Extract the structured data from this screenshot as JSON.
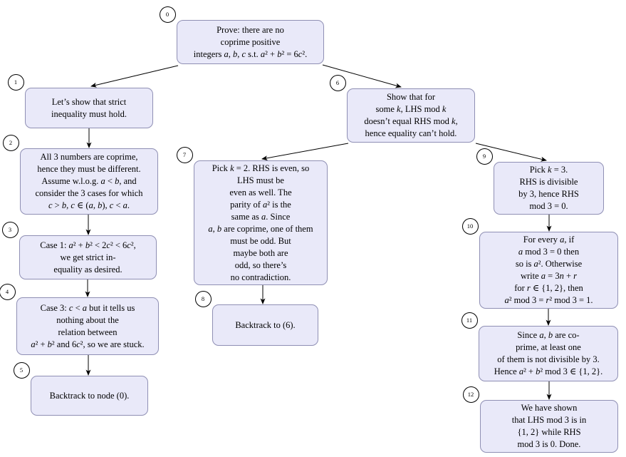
{
  "diagram": {
    "type": "proof-search-tree",
    "colors": {
      "background": "#ffffff",
      "node_fill": "#e9e9f9",
      "node_border": "#8f8fb4",
      "badge_fill": "#ffffff",
      "badge_border": "#000000",
      "edge": "#000000",
      "text": "#000000"
    },
    "nodes": [
      {
        "id": "0",
        "badge": "0",
        "lines": [
          "Prove: there are no",
          "coprime positive",
          "integers *a*, *b*, *c* s.t. *a*² + *b*² = 6*c*²."
        ]
      },
      {
        "id": "1",
        "badge": "1",
        "lines": [
          "Let’s show that strict",
          "inequality must hold."
        ]
      },
      {
        "id": "2",
        "badge": "2",
        "lines": [
          "All 3 numbers are coprime,",
          "hence they must be different.",
          "Assume w.l.o.g. *a* < *b*, and",
          "consider the 3 cases for which",
          "*c* > *b*, *c* ∈ (*a*, *b*), *c* < *a*."
        ]
      },
      {
        "id": "3",
        "badge": "3",
        "lines": [
          "Case 1: *a*² + *b*² < 2*c*² < 6*c*²,",
          "we get strict in-",
          "equality as desired."
        ]
      },
      {
        "id": "4",
        "badge": "4",
        "lines": [
          "Case 3: *c* < *a* but it tells us",
          "nothing about the",
          "relation between",
          "*a*² + *b*² and 6*c*², so we are stuck."
        ]
      },
      {
        "id": "5",
        "badge": "5",
        "lines": [
          "Backtrack to node (0)."
        ]
      },
      {
        "id": "6",
        "badge": "6",
        "lines": [
          "Show that for",
          "some *k*, LHS mod *k*",
          "doesn’t equal RHS mod *k*,",
          "hence equality can’t hold."
        ]
      },
      {
        "id": "7",
        "badge": "7",
        "lines": [
          "Pick *k* = 2. RHS is even, so",
          "LHS must be",
          "even as well. The",
          "parity of *a*² is the",
          "same as *a*. Since",
          "*a*, *b* are coprime, one of them",
          "must be odd. But",
          "maybe both are",
          "odd, so there’s",
          "no contradiction."
        ]
      },
      {
        "id": "8",
        "badge": "8",
        "lines": [
          "Backtrack to (6)."
        ]
      },
      {
        "id": "9",
        "badge": "9",
        "lines": [
          "Pick *k* = 3.",
          "RHS is divisible",
          "by 3, hence RHS",
          "mod 3 = 0."
        ]
      },
      {
        "id": "10",
        "badge": "10",
        "lines": [
          "For every *a*, if",
          "*a* mod 3 = 0 then",
          "so is *a*². Otherwise",
          "write *a* = 3*n* + *r*",
          "for *r* ∈ {1, 2}, then",
          "*a*² mod 3 = *r*² mod 3 = 1."
        ]
      },
      {
        "id": "11",
        "badge": "11",
        "lines": [
          "Since *a*, *b* are co-",
          "prime, at least one",
          "of them is not divisible by 3.",
          "Hence *a*² + *b*² mod 3 ∈ {1, 2}."
        ]
      },
      {
        "id": "12",
        "badge": "12",
        "lines": [
          "We have shown",
          "that LHS mod 3 is in",
          "{1, 2} while RHS",
          "mod 3 is 0. Done."
        ]
      }
    ],
    "edges": [
      {
        "from": "0",
        "to": "1"
      },
      {
        "from": "0",
        "to": "6"
      },
      {
        "from": "1",
        "to": "2"
      },
      {
        "from": "2",
        "to": "3"
      },
      {
        "from": "3",
        "to": "4"
      },
      {
        "from": "4",
        "to": "5"
      },
      {
        "from": "6",
        "to": "7"
      },
      {
        "from": "6",
        "to": "9"
      },
      {
        "from": "7",
        "to": "8"
      },
      {
        "from": "9",
        "to": "10"
      },
      {
        "from": "10",
        "to": "11"
      },
      {
        "from": "11",
        "to": "12"
      }
    ]
  }
}
